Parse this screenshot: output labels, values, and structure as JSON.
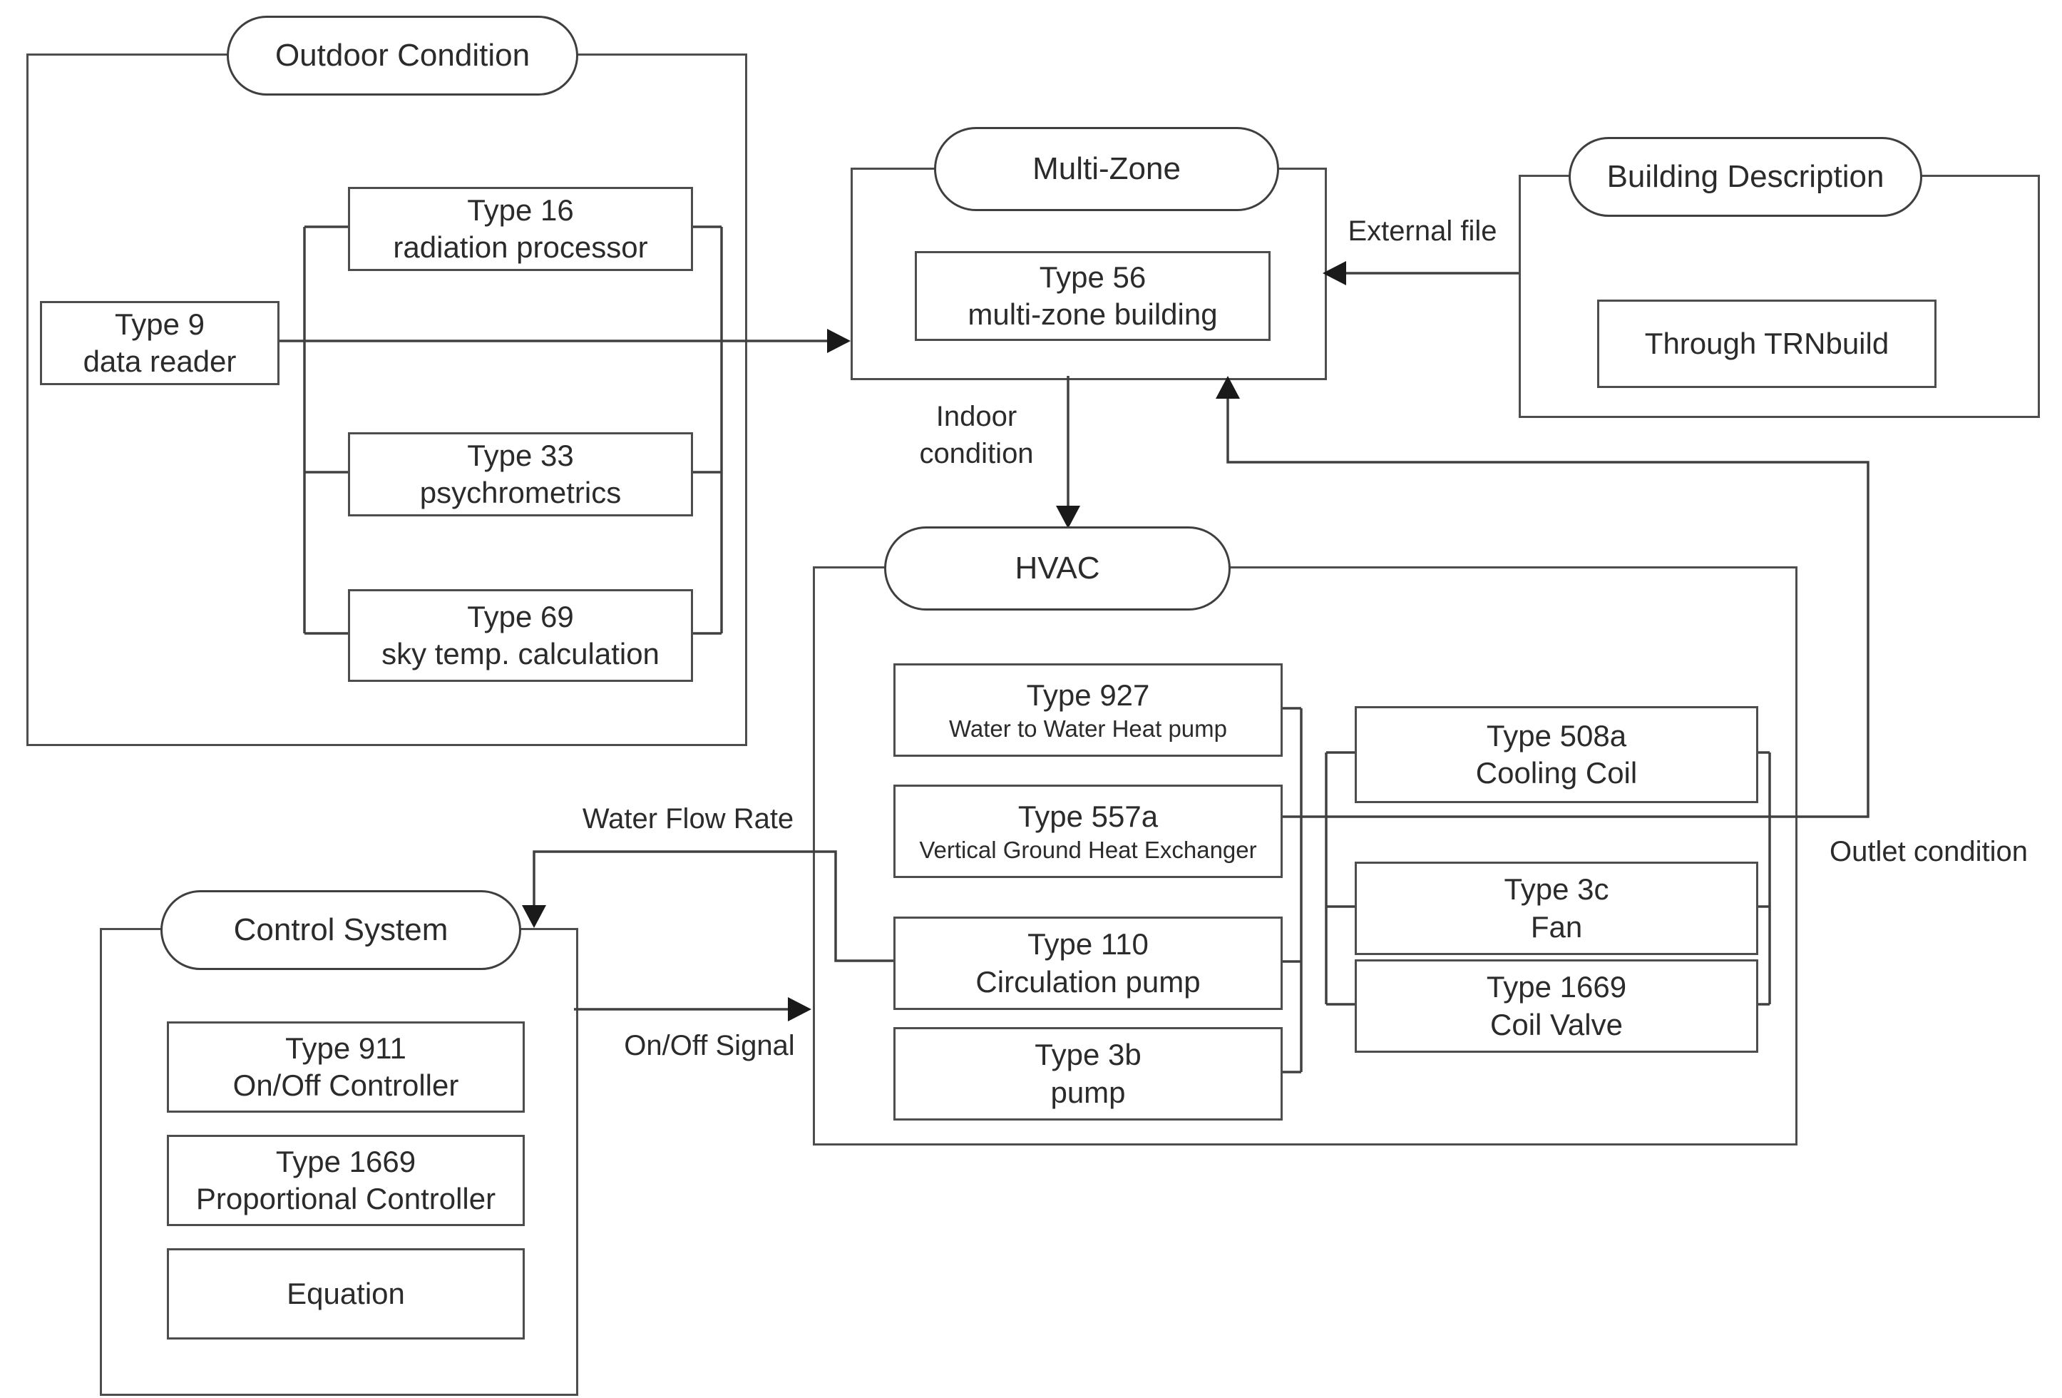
{
  "diagram": {
    "groups": {
      "outdoor": {
        "title": "Outdoor Condition"
      },
      "multizone": {
        "title": "Multi-Zone"
      },
      "building": {
        "title": "Building Description"
      },
      "hvac": {
        "title": "HVAC"
      },
      "control": {
        "title": "Control System"
      }
    },
    "nodes": {
      "type16": {
        "line1": "Type 16",
        "line2": "radiation processor"
      },
      "type9": {
        "line1": "Type 9",
        "line2": "data reader"
      },
      "type33": {
        "line1": "Type 33",
        "line2": "psychrometrics"
      },
      "type69": {
        "line1": "Type 69",
        "line2": "sky temp. calculation"
      },
      "type56": {
        "line1": "Type 56",
        "line2": "multi-zone building"
      },
      "trnbuild": {
        "line1": "Through TRNbuild"
      },
      "type927": {
        "line1": "Type 927",
        "line2": "Water to Water Heat pump"
      },
      "type557a": {
        "line1": "Type 557a",
        "line2": "Vertical Ground Heat Exchanger"
      },
      "type110": {
        "line1": "Type 110",
        "line2": "Circulation pump"
      },
      "type3b": {
        "line1": "Type 3b",
        "line2": "pump"
      },
      "type508a": {
        "line1": "Type 508a",
        "line2": "Cooling Coil"
      },
      "type3c": {
        "line1": "Type 3c",
        "line2": "Fan"
      },
      "type1669coil": {
        "line1": "Type 1669",
        "line2": "Coil Valve"
      },
      "type911": {
        "line1": "Type 911",
        "line2": "On/Off Controller"
      },
      "type1669prop": {
        "line1": "Type 1669",
        "line2": "Proportional  Controller"
      },
      "equation": {
        "line1": "Equation"
      }
    },
    "labels": {
      "external_file": "External file",
      "indoor_condition_line1": "Indoor",
      "indoor_condition_line2": "condition",
      "outlet_condition": "Outlet condition",
      "water_flow_rate": "Water Flow Rate",
      "onoff_signal": "On/Off Signal"
    },
    "colors": {
      "line": "#404040",
      "box_border": "#4d4d4d",
      "background": "#ffffff",
      "text": "#2b2b2b"
    }
  }
}
